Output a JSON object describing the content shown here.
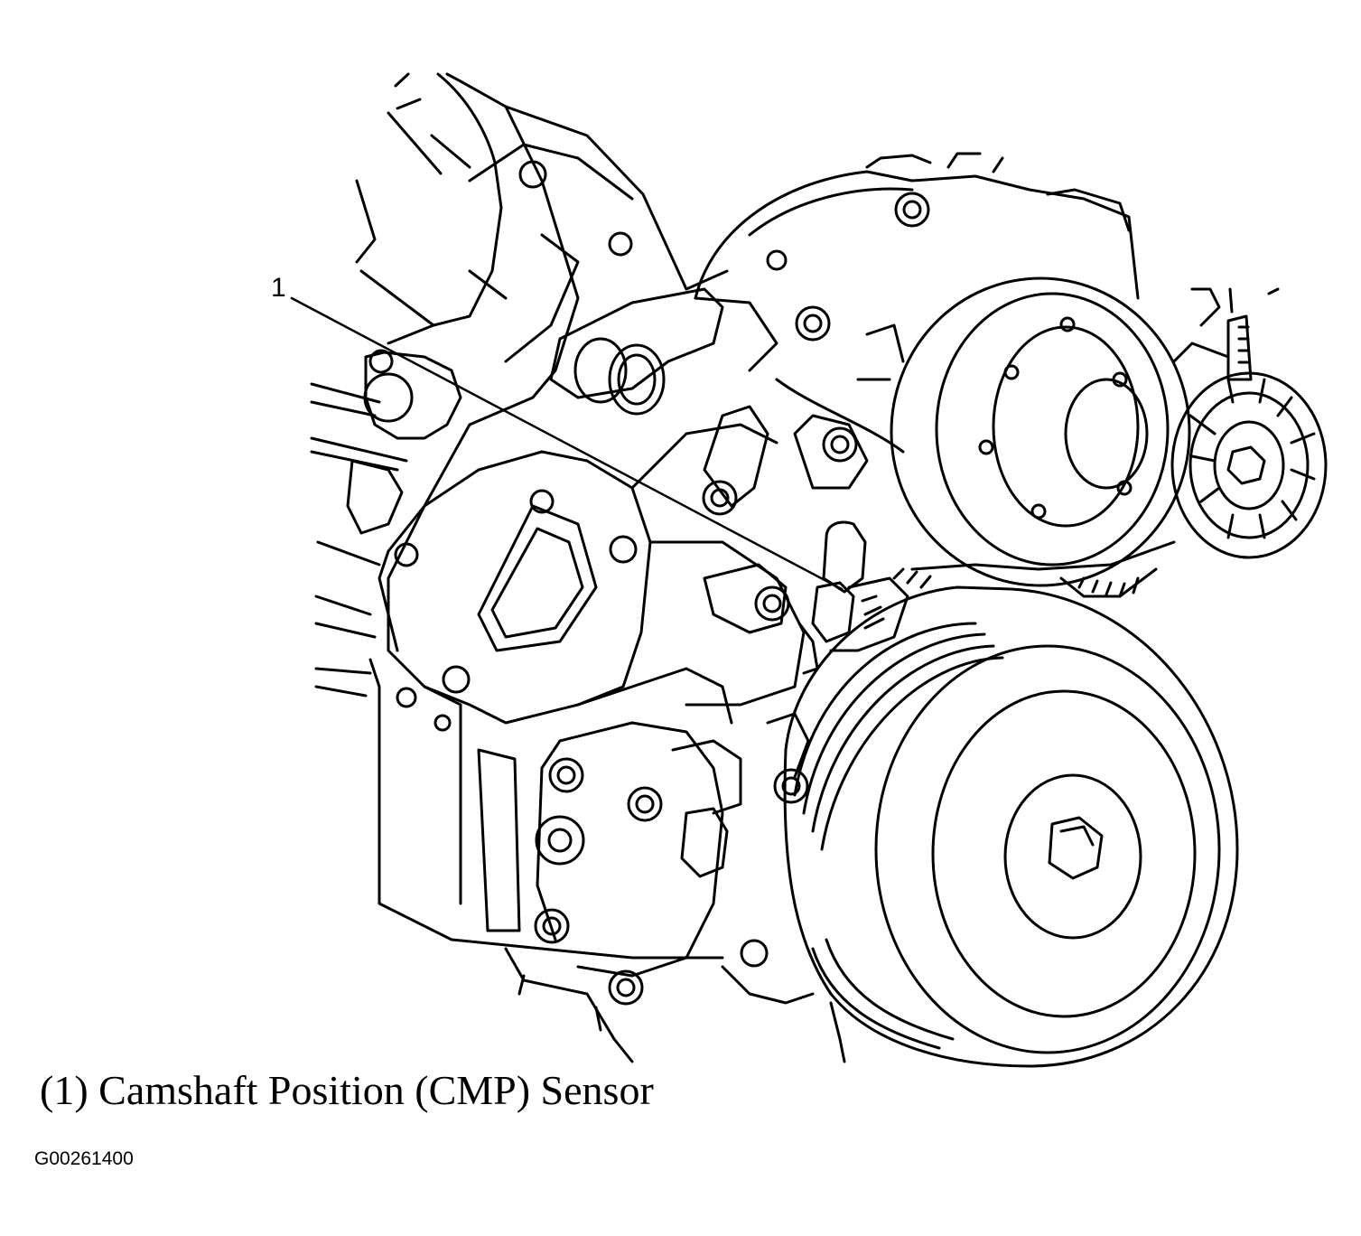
{
  "callout": {
    "number": "1"
  },
  "caption": "(1) Camshaft Position (CMP) Sensor",
  "figure_id": "G00261400",
  "colors": {
    "line": "#000000",
    "background": "#ffffff"
  }
}
